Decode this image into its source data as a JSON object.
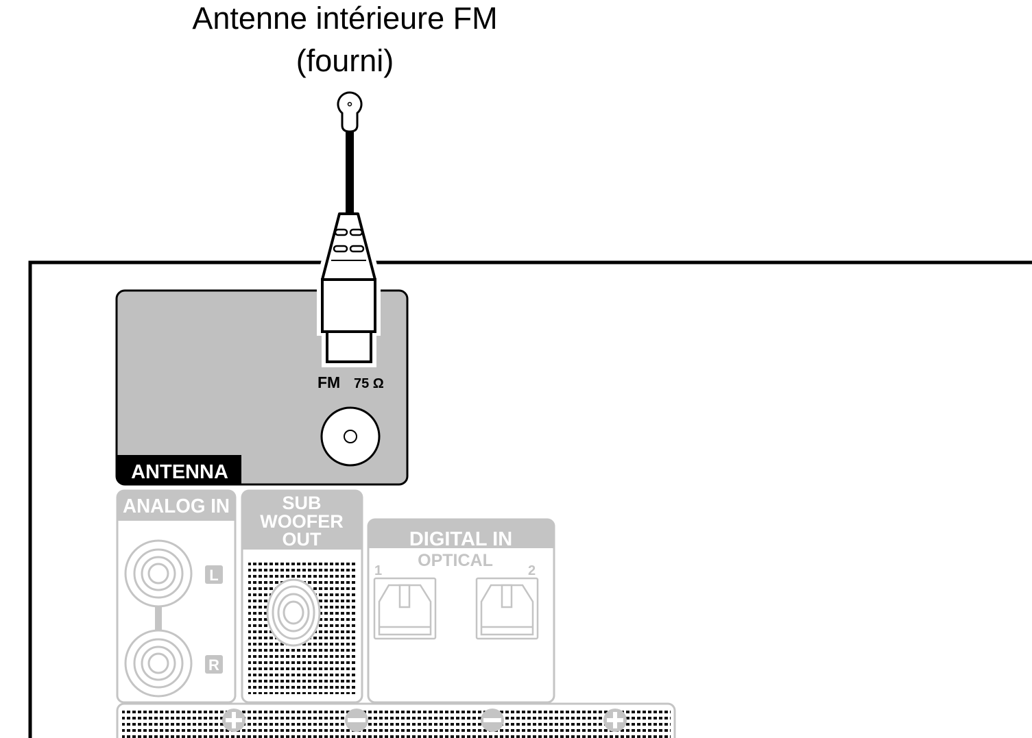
{
  "title": {
    "line1": "Antenne intérieure FM",
    "line2": "(fourni)"
  },
  "antenna_panel": {
    "label": "ANTENNA",
    "jack_label": "FM",
    "impedance": "75 Ω"
  },
  "analog_in": {
    "label": "ANALOG IN",
    "left": "L",
    "right": "R"
  },
  "subwoofer_out": {
    "line1": "SUB",
    "line2": "WOOFER",
    "line3": "OUT"
  },
  "digital_in": {
    "label": "DIGITAL IN",
    "sublabel": "OPTICAL",
    "port1": "1",
    "port2": "2"
  },
  "colors": {
    "panel_grey": "#c0c0c0",
    "faded_grey": "#c4c4c4"
  }
}
